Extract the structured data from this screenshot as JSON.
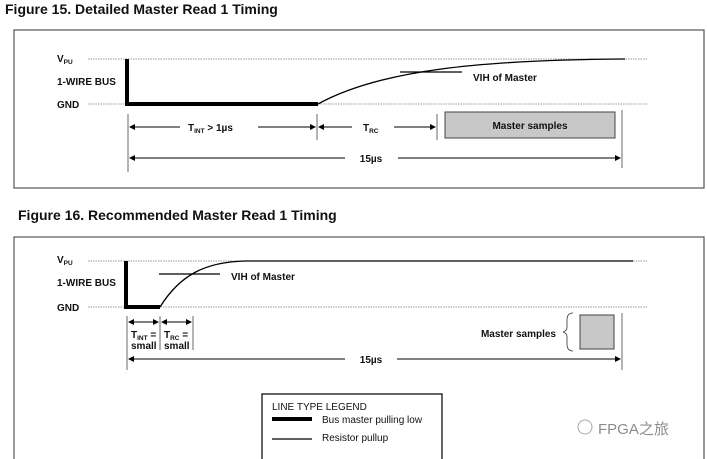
{
  "figure15": {
    "title": "Figure 15. Detailed Master Read 1 Timing",
    "vpu": "V",
    "vpu_sub": "PU",
    "bus_label": "1-WIRE BUS",
    "gnd": "GND",
    "vih": "VIH of Master",
    "tint": "T",
    "tint_sub": "INT",
    "tint_rest": " > 1µs",
    "trc": "T",
    "trc_sub": "RC",
    "master_samples": "Master samples",
    "total": "15µs",
    "box_fill": "#c8c8c8"
  },
  "figure16": {
    "title": "Figure 16. Recommended Master Read 1 Timing",
    "vpu": "V",
    "vpu_sub": "PU",
    "bus_label": "1-WIRE BUS",
    "gnd": "GND",
    "vih": "VIH of Master",
    "tint": "T",
    "tint_sub": "INT",
    "tint_rest": " =",
    "tint_line2": "small",
    "trc": "T",
    "trc_sub": "RC",
    "trc_rest": " =",
    "trc_line2": "small",
    "master_samples": "Master samples",
    "total": "15µs",
    "box_fill": "#c8c8c8"
  },
  "legend": {
    "title": "LINE TYPE LEGEND",
    "items": [
      {
        "style": "thick",
        "label": "Bus master pulling low"
      },
      {
        "style": "thin",
        "label": "Resistor pullup"
      }
    ]
  },
  "watermark": "FPGA之旅"
}
